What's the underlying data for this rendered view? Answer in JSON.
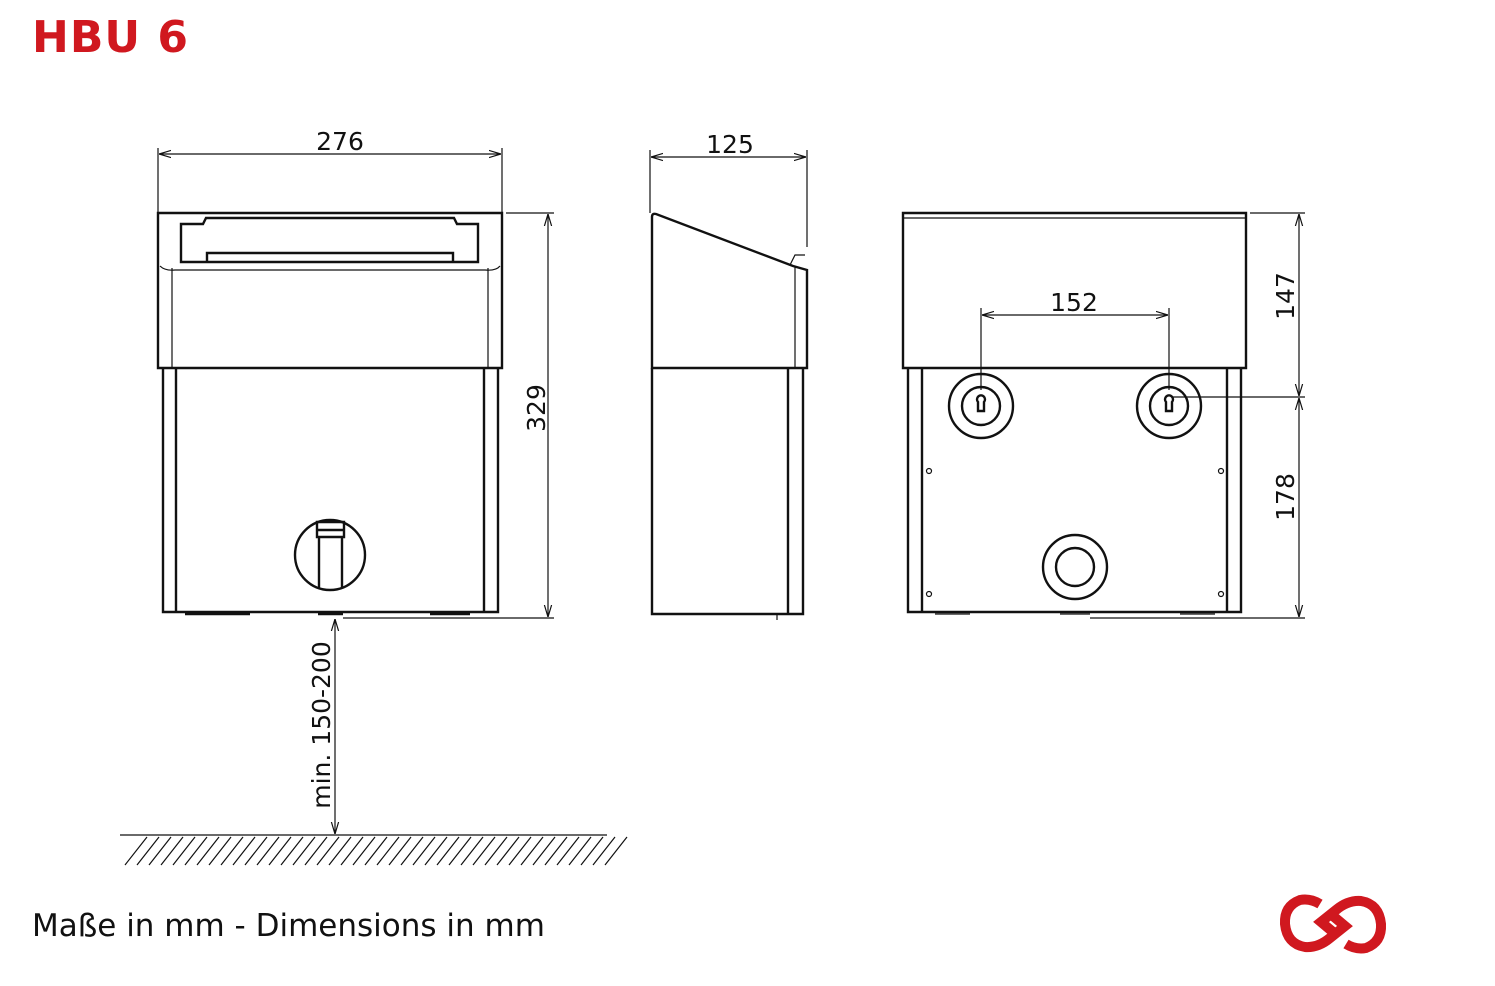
{
  "title": "HBU 6",
  "caption": "Maße in mm - Dimensions in mm",
  "brand_color": "#d0181f",
  "logo": "infinity-logo",
  "dimensions": {
    "front_width": "276",
    "height": "329",
    "mount_height": "min. 150-200",
    "depth": "125",
    "hole_spacing": "152",
    "upper_to_holes": "147",
    "holes_to_bottom": "178"
  }
}
